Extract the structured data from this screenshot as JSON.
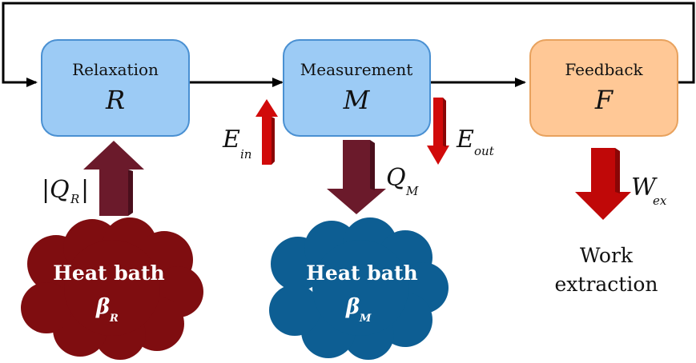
{
  "boxes": {
    "relaxation": {
      "title": "Relaxation",
      "symbol": "R",
      "fill": "#9ccbf5"
    },
    "measurement": {
      "title": "Measurement",
      "symbol": "M",
      "fill": "#9ccbf5"
    },
    "feedback": {
      "title": "Feedback",
      "symbol": "F",
      "fill": "#ffc896"
    }
  },
  "labels": {
    "q_r": {
      "main": "Q",
      "sub": "R",
      "bar": "|"
    },
    "e_in": {
      "main": "E",
      "sub": "in"
    },
    "q_m": {
      "main": "Q",
      "sub": "M"
    },
    "e_out": {
      "main": "E",
      "sub": "out"
    },
    "w_ex": {
      "main": "W",
      "sub": "ex"
    }
  },
  "baths": {
    "r": {
      "title": "Heat bath",
      "symbol": "β",
      "sub": "R",
      "fill": "#7f0d10"
    },
    "m": {
      "title": "Heat bath",
      "symbol": "β",
      "sub": "M",
      "fill": "#0d5e93"
    }
  },
  "work_extraction": {
    "line1": "Work",
    "line2": "extraction"
  },
  "colors": {
    "box_border": "#4a90d2",
    "feedback_border": "#e8a25e",
    "arrow_red": "#d10a0a",
    "arrow_dark": "#6b1a2b"
  }
}
